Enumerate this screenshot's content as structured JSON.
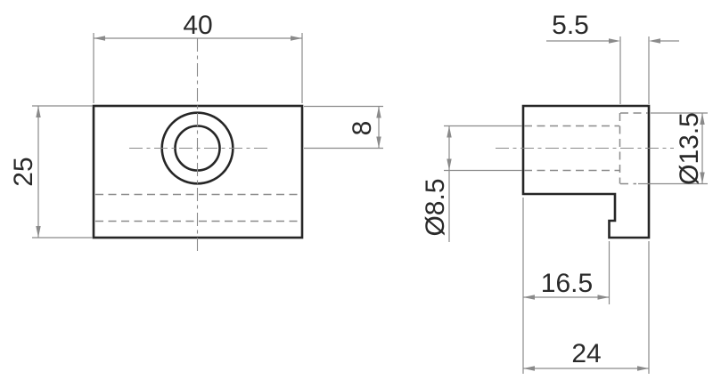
{
  "colors": {
    "background": "#ffffff",
    "outline": "#262626",
    "thin": "#8a8a8a",
    "text": "#2a2a2a"
  },
  "front_view": {
    "dims": {
      "width": "40",
      "height": "25",
      "hole_center_from_top": "8"
    }
  },
  "side_view": {
    "dims": {
      "counterbore_depth": "5.5",
      "counterbore_diameter": "Ø13.5",
      "hole_diameter": "Ø8.5",
      "step_length": "16.5",
      "depth": "24"
    }
  }
}
